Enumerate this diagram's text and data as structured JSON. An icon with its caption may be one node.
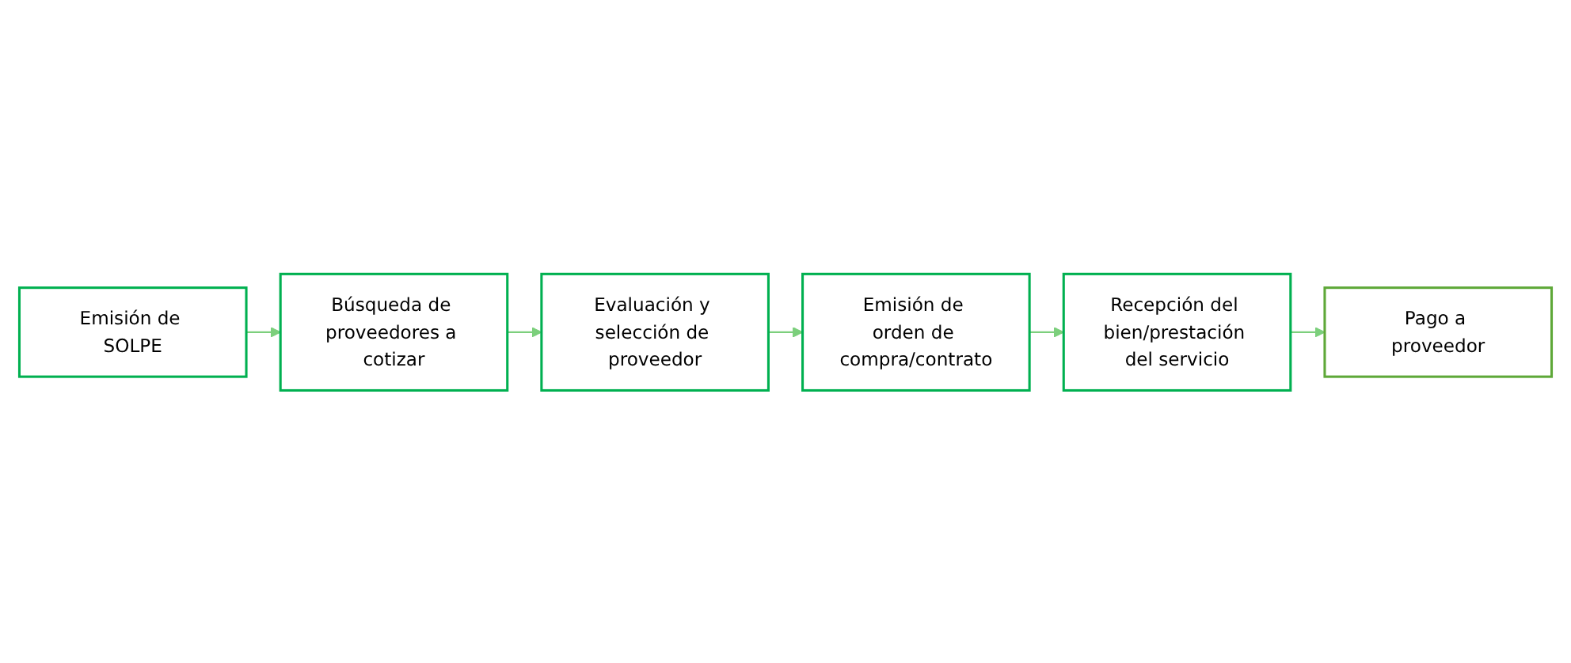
{
  "diagram": {
    "nodes": [
      {
        "text": [
          "Emisión de SOLPE"
        ]
      },
      {
        "text": [
          "Búsqueda de proveedores a cotizar"
        ]
      },
      {
        "text": [
          "Evaluación y selección de proveedor"
        ]
      },
      {
        "text": [
          "Emisión de orden de compra/contrato"
        ]
      },
      {
        "text": [
          "Recepción del bien/prestación del servicio"
        ]
      },
      {
        "text": [
          "Pago a proveedor"
        ]
      }
    ],
    "edges": [
      {
        "from": 0,
        "to": 1,
        "arrow": "to"
      },
      {
        "from": 1,
        "to": 2,
        "arrow": "to"
      },
      {
        "from": 2,
        "to": 3,
        "arrow": "to"
      },
      {
        "from": 3,
        "to": 4,
        "arrow": "to"
      },
      {
        "from": 4,
        "to": 5,
        "arrow": "to"
      }
    ]
  }
}
